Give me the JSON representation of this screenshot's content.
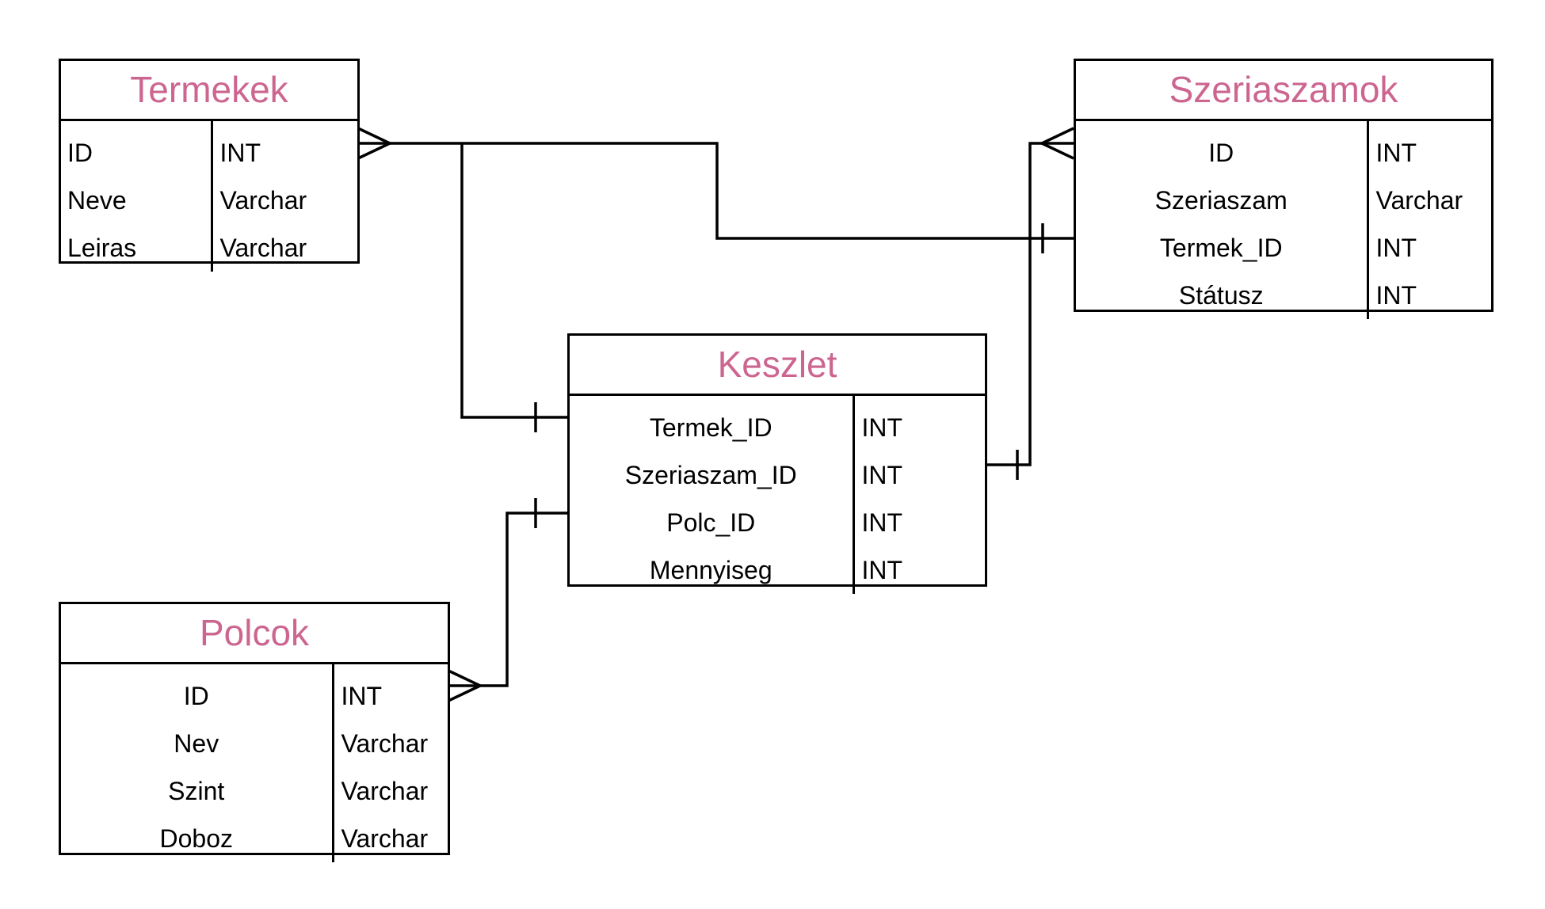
{
  "entities": {
    "termekek": {
      "title": "Termekek",
      "fields": [
        {
          "name": "ID",
          "type": "INT"
        },
        {
          "name": "Neve",
          "type": "Varchar"
        },
        {
          "name": "Leiras",
          "type": "Varchar"
        }
      ]
    },
    "szeriaszamok": {
      "title": "Szeriaszamok",
      "fields": [
        {
          "name": "ID",
          "type": "INT"
        },
        {
          "name": "Szeriaszam",
          "type": "Varchar"
        },
        {
          "name": "Termek_ID",
          "type": "INT"
        },
        {
          "name": "Státusz",
          "type": "INT"
        }
      ]
    },
    "keszlet": {
      "title": "Keszlet",
      "fields": [
        {
          "name": "Termek_ID",
          "type": "INT"
        },
        {
          "name": "Szeriaszam_ID",
          "type": "INT"
        },
        {
          "name": "Polc_ID",
          "type": "INT"
        },
        {
          "name": "Mennyiseg",
          "type": "INT"
        }
      ]
    },
    "polcok": {
      "title": "Polcok",
      "fields": [
        {
          "name": "ID",
          "type": "INT"
        },
        {
          "name": "Nev",
          "type": "Varchar"
        },
        {
          "name": "Szint",
          "type": "Varchar"
        },
        {
          "name": "Doboz",
          "type": "Varchar"
        }
      ]
    }
  },
  "colors": {
    "title": "#cc6690",
    "border": "#000000"
  }
}
